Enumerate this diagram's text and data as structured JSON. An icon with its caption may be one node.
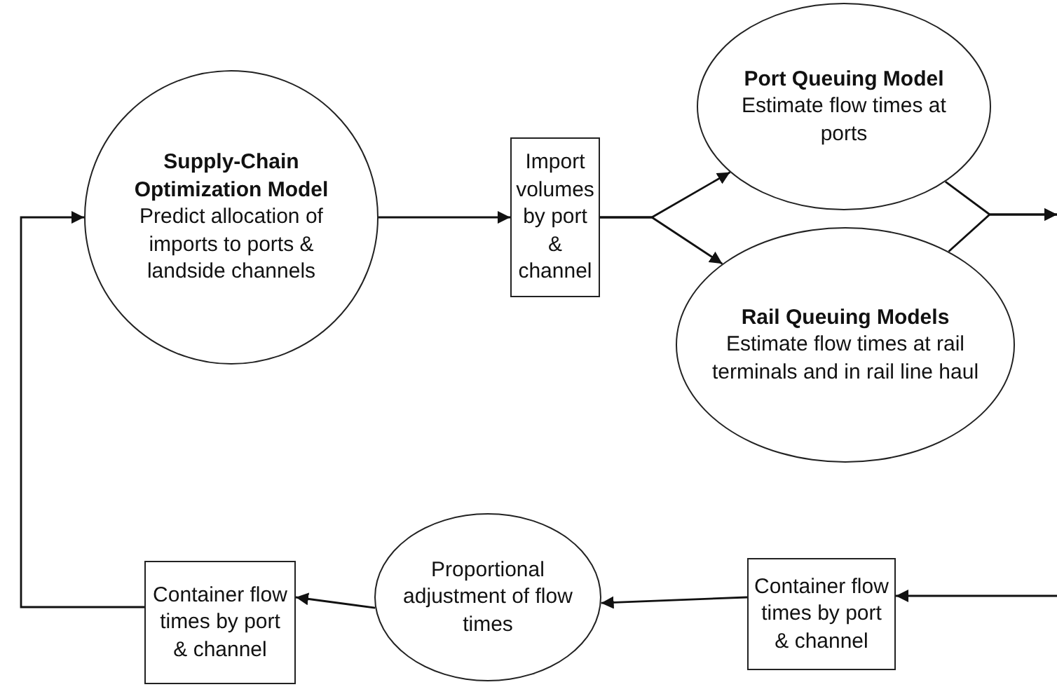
{
  "diagram": {
    "nodes": [
      {
        "text": [
          "Supply-Chain Optimization Model",
          "Predict allocation of imports to ports & landside channels"
        ]
      },
      {
        "text": [
          "Import volumes by port & channel"
        ]
      },
      {
        "text": [
          "Port Queuing Model",
          "Estimate flow times at ports"
        ]
      },
      {
        "text": [
          "Rail Queuing Models",
          "Estimate flow times at rail terminals and in rail line haul"
        ]
      },
      {
        "text": [
          "Container flow times by port & channel"
        ]
      },
      {
        "text": [
          "Proportional adjustment of flow times"
        ]
      },
      {
        "text": [
          "Container flow times by port & channel"
        ]
      }
    ],
    "edges": [
      {
        "from": 0,
        "to": 1,
        "arrow": "to"
      },
      {
        "from": 1,
        "to": 2,
        "arrow": "to"
      },
      {
        "from": 1,
        "to": 3,
        "arrow": "to"
      },
      {
        "from": 2,
        "to": null,
        "arrow": "to"
      },
      {
        "from": 3,
        "to": null,
        "arrow": "to"
      },
      {
        "from": null,
        "to": 4,
        "arrow": "to"
      },
      {
        "from": 4,
        "to": 5,
        "arrow": "to"
      },
      {
        "from": 5,
        "to": 6,
        "arrow": "to"
      },
      {
        "from": 6,
        "to": 0,
        "arrow": "to"
      }
    ]
  }
}
